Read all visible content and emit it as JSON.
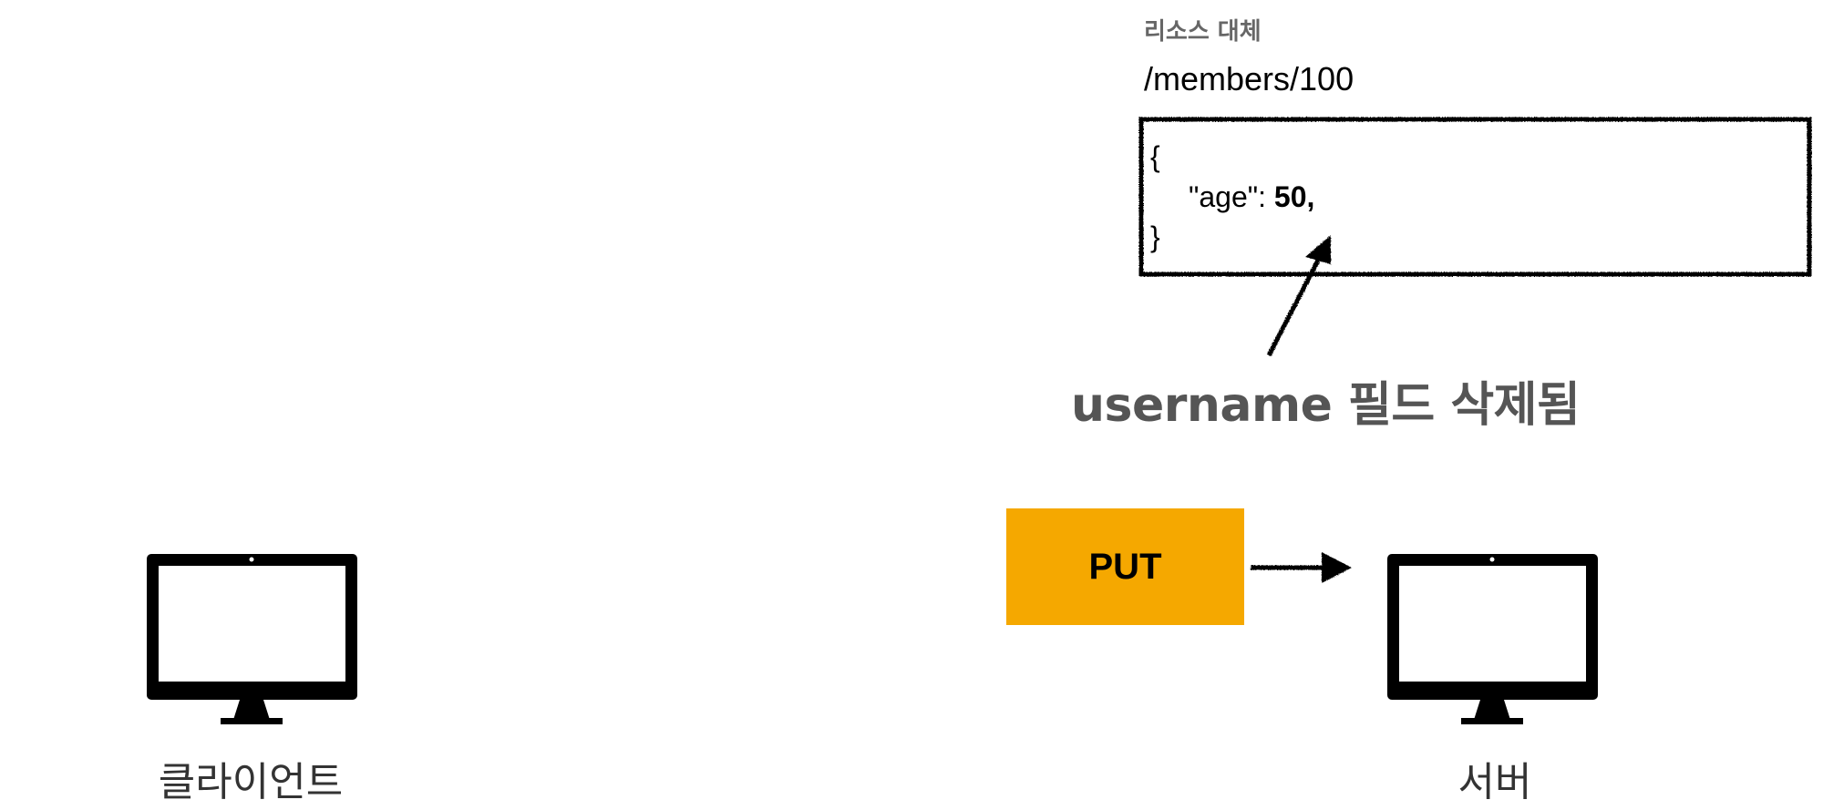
{
  "resource": {
    "caption": "리소스 대체",
    "path": "/members/100",
    "body": {
      "open": "{",
      "key": "\"age\": ",
      "value": "50,",
      "close": "}"
    }
  },
  "annotation": "username 필드 삭제됨",
  "request": {
    "method": "PUT",
    "color": "#f5a800"
  },
  "nodes": {
    "client": {
      "label": "클라이언트",
      "icon": "monitor-icon"
    },
    "server": {
      "label": "서버",
      "icon": "monitor-icon"
    }
  }
}
